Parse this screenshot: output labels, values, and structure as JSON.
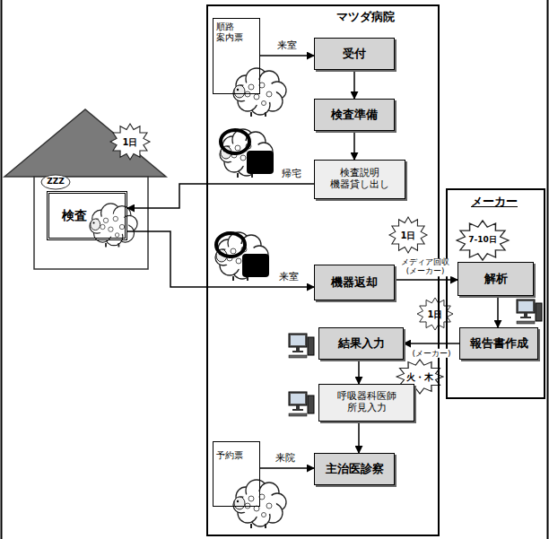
{
  "diagram": {
    "nodes": [
      {
        "text": [
          "マツダ病院"
        ]
      },
      {
        "text": [
          "順路 案内票"
        ],
        "in": 0
      },
      {
        "text": [
          "受付"
        ],
        "in": 0
      },
      {
        "text": [
          "検査準備"
        ],
        "in": 0
      },
      {
        "text": [
          "検査説明 機器貸し出し"
        ],
        "in": 0
      },
      {
        "text": [
          "機器返却"
        ],
        "in": 0
      },
      {
        "text": [
          "結果入力"
        ],
        "in": 0
      },
      {
        "text": [
          "呼吸器科医師 所見入力"
        ],
        "in": 0
      },
      {
        "text": [
          "予約票"
        ],
        "in": 0
      },
      {
        "text": [
          "主治医診察"
        ],
        "in": 0
      },
      {
        "text": [
          "検査"
        ]
      },
      {
        "text": [
          "メーカー"
        ]
      },
      {
        "text": [
          "解析"
        ],
        "in": 11
      },
      {
        "text": [
          "報告書作成"
        ],
        "in": 11
      }
    ],
    "edges": [
      {
        "from": 1,
        "to": 2,
        "arrow": "to",
        "label": "来室"
      },
      {
        "from": 2,
        "to": 3,
        "arrow": "to"
      },
      {
        "from": 3,
        "to": 4,
        "arrow": "to"
      },
      {
        "from": 4,
        "to": 10,
        "arrow": "to",
        "label": "帰宅"
      },
      {
        "from": 10,
        "to": 5,
        "arrow": "to",
        "label": "来室"
      },
      {
        "from": 5,
        "to": 12,
        "arrow": "to",
        "label": "メディア回収 (メーカー)"
      },
      {
        "from": 12,
        "to": 13,
        "arrow": "to"
      },
      {
        "from": 13,
        "to": 6,
        "arrow": "to",
        "label": "(メーカー)"
      },
      {
        "from": 6,
        "to": 7,
        "arrow": "to"
      },
      {
        "from": 7,
        "to": 9,
        "arrow": "to"
      },
      {
        "from": 8,
        "to": 9,
        "arrow": "to",
        "label": "来院"
      }
    ],
    "labels": [
      "1日",
      "ZZZ",
      "1日",
      "7-10日",
      "1日",
      "火・木"
    ]
  }
}
